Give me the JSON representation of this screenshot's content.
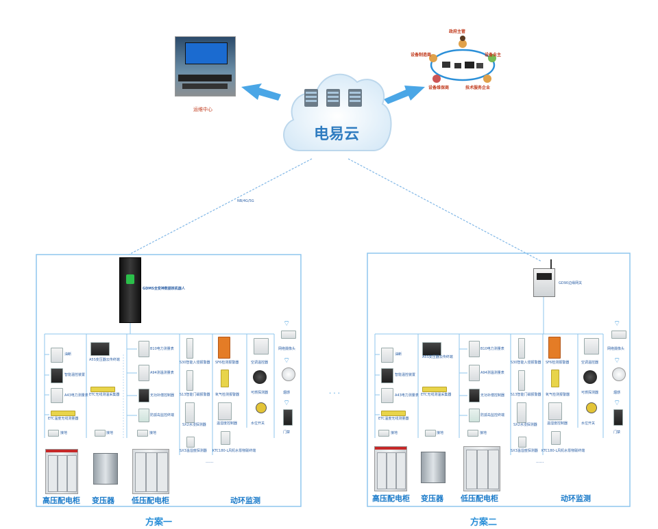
{
  "cloud": {
    "title": "电易云"
  },
  "top_left": {
    "label": "运维中心"
  },
  "top_right": {
    "labels": {
      "gov": "政府主管",
      "maker": "设备制造商",
      "owner": "设备业主",
      "maint": "设备维保商",
      "tech": "技术服务企业"
    }
  },
  "link_label": "NB/4G/5G",
  "scheme1": {
    "title": "方案一",
    "robot": "GDMS全变神数据核机器人",
    "left_col": [
      "油断",
      "智能温控装置",
      "A43电力测量表",
      "ETC温度无线测量器",
      "接地"
    ],
    "mid_col": [
      "A5S变压器云传终端",
      "ETC无线测温采集器",
      "接地"
    ],
    "lv_col": [
      "B10电力测量表",
      "A94测温测量表",
      "无功补偿控制器",
      "防孤岛监控终端",
      "接地"
    ],
    "env_a": [
      "S30智能入侵报警器",
      "S13智能门磁报警器",
      "SX2水浸探测器",
      "SX3温湿度探测器"
    ],
    "env_b": [
      "SF6检测报警器",
      "氧气检测报警器",
      "温湿度控制器",
      "KTC180-L风机水泵物联终端"
    ],
    "env_c": [
      "空调温控器",
      "可燃探测器",
      "水位开关"
    ],
    "env_d": [
      "网络摄像头",
      "烟感",
      "门禁"
    ],
    "dots": "......",
    "categories": [
      "高压配电柜",
      "变压器",
      "低压配电柜",
      "动环监测"
    ]
  },
  "scheme2": {
    "title": "方案二",
    "gateway": "GD90边缘网关",
    "left_col": [
      "油断",
      "智能温控装置",
      "A43电力测量表",
      "ETC温度无线测量器",
      "接地"
    ],
    "mid_col": [
      "A5S变压器云传终端",
      "ETC无线测温采集器",
      "接地"
    ],
    "lv_col": [
      "B10电力测量表",
      "A94测温测量表",
      "无功补偿控制器",
      "防孤岛监控终端",
      "接地"
    ],
    "env_a": [
      "S30智能入侵报警器",
      "S13智能门磁报警器",
      "SX2水浸探测器",
      "SX3温湿度探测器"
    ],
    "env_b": [
      "SF6检测报警器",
      "氧气检测报警器",
      "温湿度控制器",
      "KTC180-L风机水泵物联终端"
    ],
    "env_c": [
      "空调温控器",
      "可燃探测器",
      "水位开关"
    ],
    "env_d": [
      "网络摄像头",
      "烟感",
      "门禁"
    ],
    "dots": "......",
    "categories": [
      "高压配电柜",
      "变压器",
      "低压配电柜",
      "动环监测"
    ]
  },
  "middle_dots": "· · ·",
  "colors": {
    "accent": "#2a8fd8",
    "line": "#8ec5ee",
    "cloud": "#eaf4fb",
    "arrow": "#4aa6e6"
  }
}
